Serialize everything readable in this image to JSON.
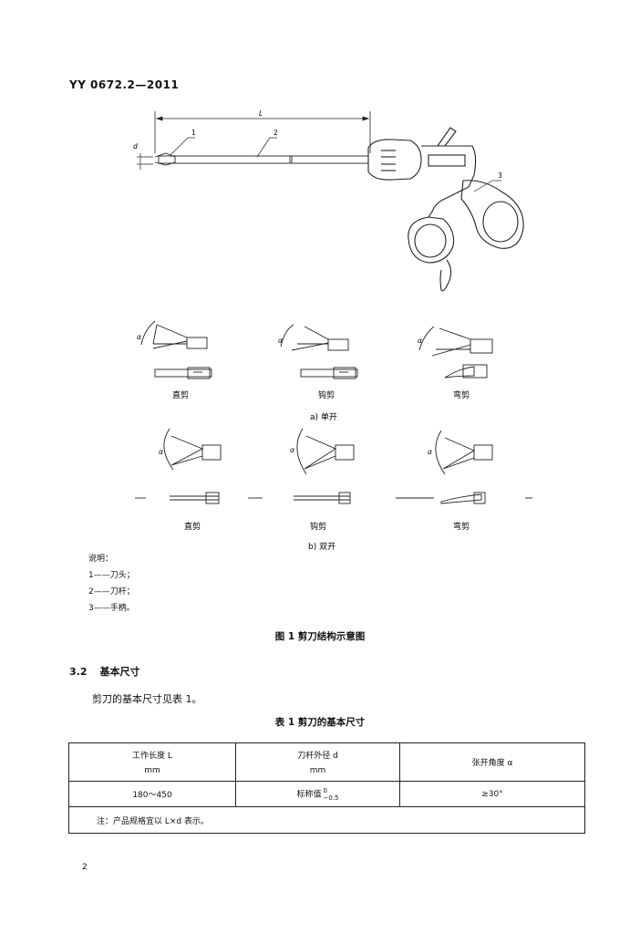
{
  "header": {
    "standard_id": "YY 0672.2—2011"
  },
  "figure": {
    "dimension_labels": {
      "length": "L",
      "diameter": "d",
      "angle": "α"
    },
    "part_callouts": [
      "1",
      "2",
      "3"
    ],
    "single_open": {
      "caption": "a)  单开",
      "labels": [
        "直剪",
        "钩剪",
        "弯剪"
      ]
    },
    "double_open": {
      "caption": "b)  双开",
      "labels": [
        "直剪",
        "钩剪",
        "弯剪"
      ]
    },
    "legend": {
      "title": "说明：",
      "items": [
        "1——刀头；",
        "2——刀杆；",
        "3——手柄。"
      ]
    },
    "title": "图 1   剪刀结构示意图"
  },
  "section": {
    "number": "3.2",
    "title": "基本尺寸",
    "text": "剪刀的基本尺寸见表 1。"
  },
  "table": {
    "title": "表 1   剪刀的基本尺寸",
    "headers": [
      {
        "line1": "工作长度 L",
        "line2": "mm"
      },
      {
        "line1": "刀杆外径 d",
        "line2": "mm"
      },
      {
        "line1": "张开角度 α",
        "line2": ""
      }
    ],
    "row": {
      "length": "180～450",
      "diameter_label": "标称值",
      "tol_upper": "0",
      "tol_lower": "−0.5",
      "angle": "≥30°"
    },
    "note": "注：产品规格宜以 L×d 表示。"
  },
  "page_number": "2"
}
